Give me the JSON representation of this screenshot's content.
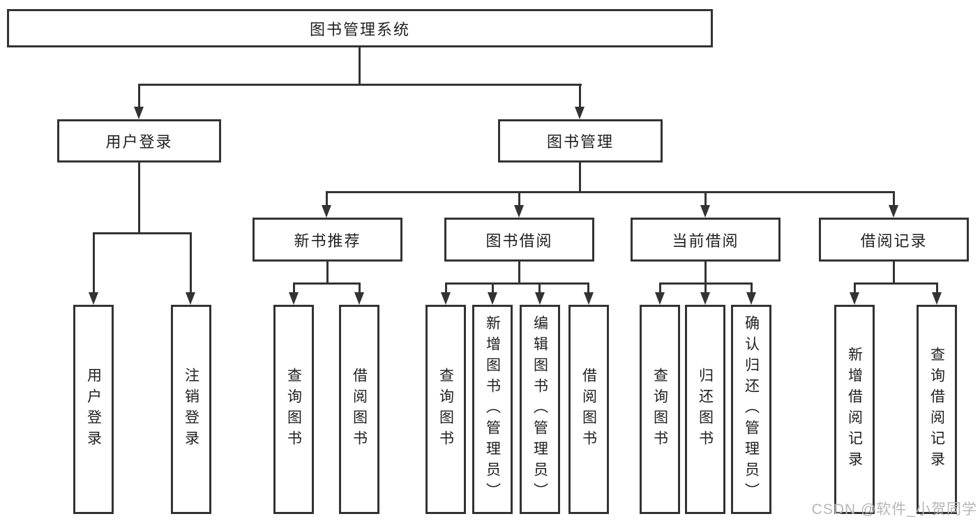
{
  "root": {
    "label": "图书管理系统"
  },
  "level2": {
    "user_login": "用户登录",
    "book_management": "图书管理"
  },
  "level3": {
    "new_book_recommendation": "新书推荐",
    "book_borrowing": "图书借阅",
    "current_borrowing": "当前借阅",
    "borrowing_records": "借阅记录"
  },
  "leaves": {
    "user_login": [
      "用户登录",
      "注销登录"
    ],
    "new_book_recommendation": [
      "查询图书",
      "借阅图书"
    ],
    "book_borrowing": [
      "查询图书",
      "新增图书（管理员）",
      "编辑图书（管理员）",
      "借阅图书"
    ],
    "current_borrowing": [
      "查询图书",
      "归还图书",
      "确认归还（管理员）"
    ],
    "borrowing_records": [
      "新增借阅记录",
      "查询借阅记录"
    ]
  },
  "watermark": "CSDN @软件_小贺同学",
  "colors": {
    "line": "#333333",
    "box_border": "#333333",
    "text": "#1f1f1f",
    "watermark": "#b6b6b6",
    "background": "#ffffff"
  }
}
